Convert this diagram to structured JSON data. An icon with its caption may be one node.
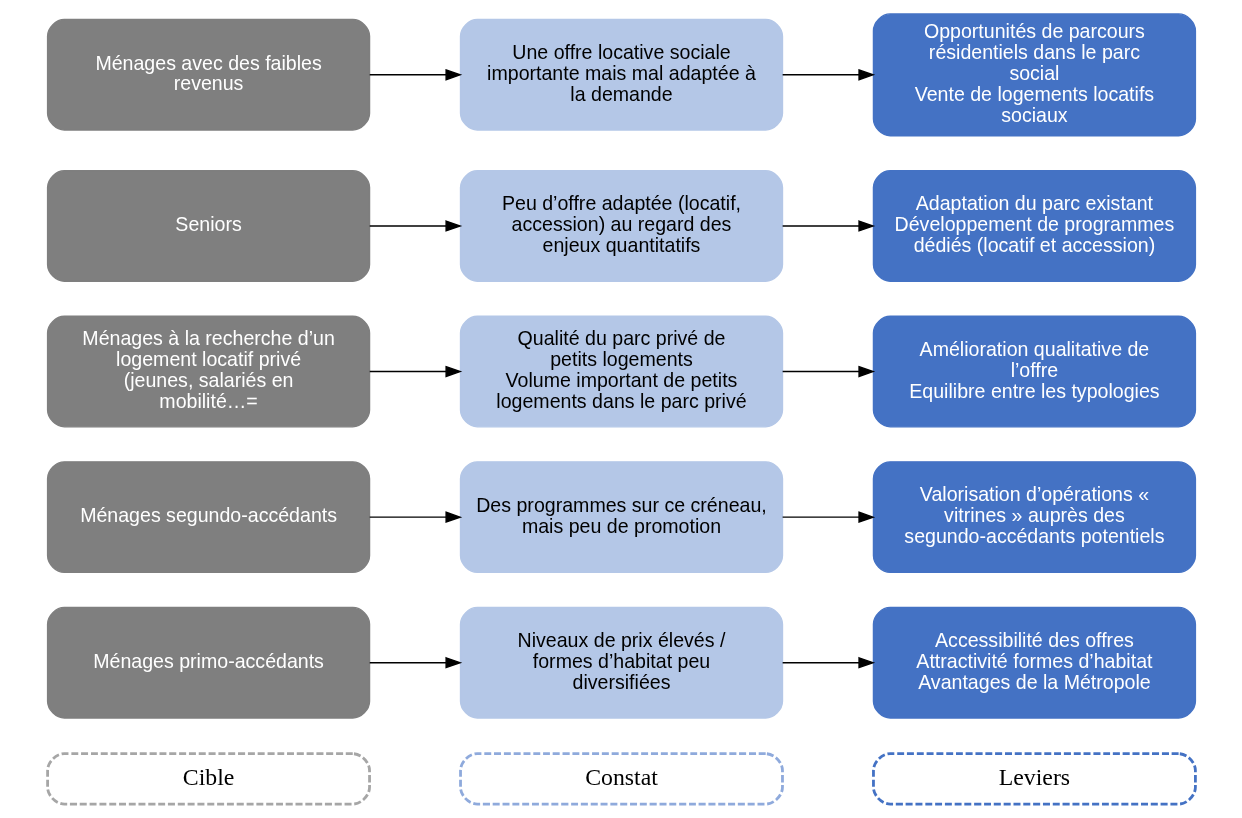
{
  "diagram": {
    "nodes": [
      {
        "text": [
          "Cible"
        ]
      },
      {
        "text": [
          "Constat"
        ]
      },
      {
        "text": [
          "Leviers"
        ]
      },
      {
        "text": [
          "Ménages primo-accédants"
        ]
      },
      {
        "text": [
          "Niveaux de prix élevés / formes d’habitat peu diversifiées"
        ]
      },
      {
        "text": [
          "Accessibilité des offres",
          "Attractivité formes d’habitat",
          "Avantages de la Métropole"
        ]
      },
      {
        "text": [
          "Ménages segundo-accédants"
        ]
      },
      {
        "text": [
          "Des programmes sur ce créneau, mais peu de promotion"
        ]
      },
      {
        "text": [
          "Valorisation d’opérations « vitrines » auprès des segundo-accédants potentiels"
        ]
      },
      {
        "text": [
          "Ménages à la recherche d’un logement locatif privé (jeunes, salariés en mobilité…="
        ]
      },
      {
        "text": [
          "Qualité du parc privé de petits logements",
          "Volume important de petits logements dans le parc privé"
        ]
      },
      {
        "text": [
          "Amélioration qualitative de l’offre",
          "Equilibre entre les typologies"
        ]
      },
      {
        "text": [
          "Seniors"
        ]
      },
      {
        "text": [
          "Peu d’offre adaptée (locatif, accession) au regard des enjeux quantitatifs"
        ]
      },
      {
        "text": [
          "Adaptation du parc existant",
          "Développement de programmes dédiés (locatif et accession)"
        ]
      },
      {
        "text": [
          "Ménages avec des faibles revenus"
        ]
      },
      {
        "text": [
          "Une offre locative sociale importante mais mal adaptée à la demande"
        ]
      },
      {
        "text": [
          "Opportunités de parcours résidentiels dans le parc social",
          "Vente de logements locatifs sociaux"
        ]
      }
    ],
    "edges": [
      {
        "from": 3,
        "to": 4,
        "arrow": "to"
      },
      {
        "from": 4,
        "to": 5,
        "arrow": "to"
      },
      {
        "from": 6,
        "to": 7,
        "arrow": "to"
      },
      {
        "from": 7,
        "to": 8,
        "arrow": "to"
      },
      {
        "from": 9,
        "to": 10,
        "arrow": "to"
      },
      {
        "from": 10,
        "to": 11,
        "arrow": "to"
      },
      {
        "from": 12,
        "to": 13,
        "arrow": "to"
      },
      {
        "from": 13,
        "to": 14,
        "arrow": "to"
      },
      {
        "from": 15,
        "to": 16,
        "arrow": "to"
      },
      {
        "from": 16,
        "to": 17,
        "arrow": "to"
      }
    ]
  }
}
